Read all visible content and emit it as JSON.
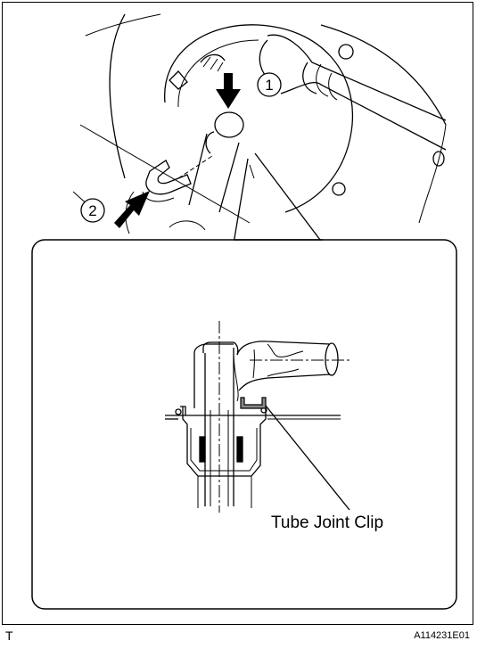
{
  "figure": {
    "callouts": [
      "1",
      "2"
    ],
    "label_clip": "Tube Joint Clip",
    "corner_letter": "T",
    "figure_code": "A114231E01"
  }
}
